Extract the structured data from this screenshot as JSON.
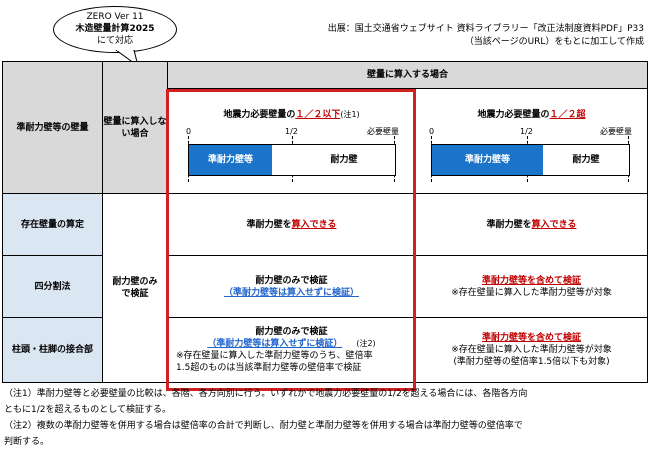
{
  "bubble": {
    "line1": "ZERO Ver 11",
    "line2": "木造壁量計算2025",
    "line3": "にて対応"
  },
  "source": {
    "line1": "出展：国土交通省ウェブサイト 資料ライブラリー「改正法制度資料PDF」P33",
    "line2": "（当該ページのURL）をもとに加工して作成"
  },
  "header": {
    "col1": "準耐力壁等の壁量",
    "col2": "壁量に算入しない場合",
    "col3": "壁量に算入する場合",
    "sub1_prefix": "地震力必要壁量の",
    "sub1_red": "１／２以下",
    "sub1_note": "(注1)",
    "sub2_prefix": "地震力必要壁量の",
    "sub2_red": "１／２超"
  },
  "bar": {
    "scale_zero": "0",
    "scale_half": "1/2",
    "scale_full": "必要壁量",
    "label_jun": "準耐力壁等",
    "label_tai": "耐力壁"
  },
  "rows": [
    {
      "label": "存在壁量の算定",
      "c3_prefix": "準耐力壁を",
      "c3_red": "算入できる",
      "c4_prefix": "準耐力壁を",
      "c4_red": "算入できる"
    },
    {
      "label": "四分割法",
      "c3_line1": "耐力壁のみで検証",
      "c3_line2": "（準耐力壁等は算入せずに検証）",
      "c4_line1": "準耐力壁等を含めて検証",
      "c4_line2": "※存在壁量に算入した準耐力壁等が対象"
    },
    {
      "label": "柱頭・柱脚の接合部",
      "c3_line1": "耐力壁のみで検証",
      "c3_line2": "（準耐力壁等は算入せずに検証）",
      "c3_note": "(注2)",
      "c3_line3": "※存在壁量に算入した準耐力壁等のうち、壁倍率",
      "c3_line4": "1.5超のものは当該準耐力壁等の壁倍率で検証",
      "c4_line1": "準耐力壁等を含めて検証",
      "c4_line2": "※存在壁量に算入した準耐力壁等が対象",
      "c4_line3": "(準耐力壁等の壁倍率1.5倍以下も対象)"
    }
  ],
  "merged_col2": "耐力壁のみで検証",
  "footnotes": {
    "n1a": "（注1）準耐力壁等と必要壁量の比較は、各階、各方向別に行う。いずれかで地震力必要壁量の1/2を超える場合には、各階各方向",
    "n1b": "ともに1/2を超えるものとして検証する。",
    "n2a": "（注2）複数の準耐力壁等を併用する場合は壁倍率の合計で判断し、耐力壁と準耐力壁等を併用する場合は準耐力壁等の壁倍率で",
    "n2b": "判断する。"
  },
  "colors": {
    "header_gray": "#d9d9d9",
    "label_blue": "#dbe6f3",
    "bar_blue": "#1b74c7",
    "emphasis_red": "#c00000",
    "link_blue": "#2266cc",
    "frame_red": "#d02020"
  }
}
